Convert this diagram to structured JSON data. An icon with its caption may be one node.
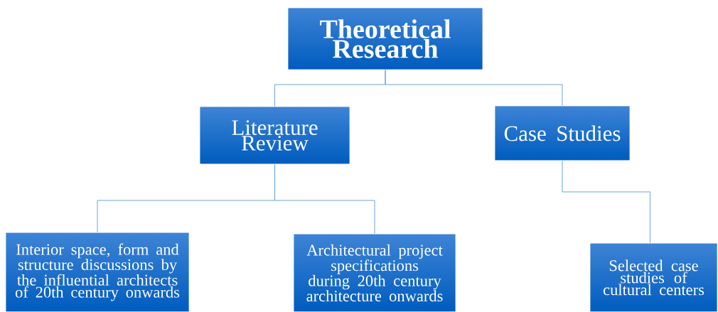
{
  "diagram": {
    "nodes": [
      {
        "text": [
          "Theoretical Research"
        ]
      },
      {
        "text": [
          "Literature Review"
        ]
      },
      {
        "text": [
          "Case Studies"
        ]
      },
      {
        "text": [
          "Interior space, form and structure discussions by the influential architects of 20th century onwards"
        ]
      },
      {
        "text": [
          "Architectural project specifications during 20th century architecture onwards"
        ]
      },
      {
        "text": [
          "Selected case studies of cultural centers"
        ]
      }
    ],
    "edges": [
      {
        "from": 0,
        "to": 1,
        "arrow": "none"
      },
      {
        "from": 0,
        "to": 2,
        "arrow": "none"
      },
      {
        "from": 1,
        "to": 3,
        "arrow": "none"
      },
      {
        "from": 1,
        "to": 4,
        "arrow": "none"
      },
      {
        "from": 2,
        "to": 5,
        "arrow": "none"
      }
    ]
  }
}
